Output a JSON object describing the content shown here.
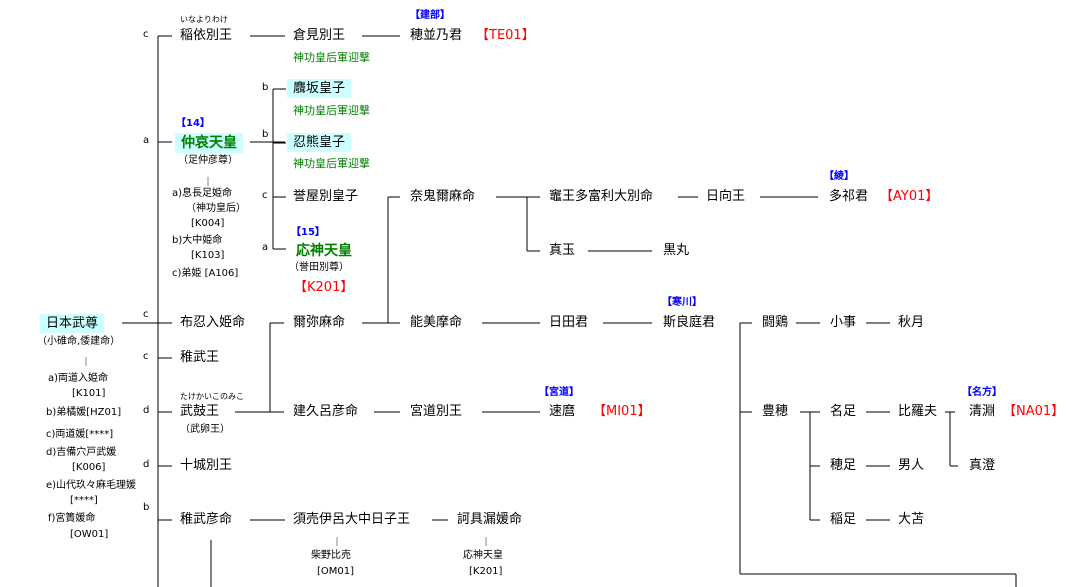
{
  "root": {
    "name": "日本武尊",
    "alias": "（小碓命,倭建命）",
    "wives": [
      "a)両道入姫命",
      "[K101]",
      "b)弟橘媛[HZ01]",
      "c)両道媛[****]",
      "d)吉備穴戸武媛",
      "[K006]",
      "e)山代玖々麻毛理媛",
      "[****]",
      "f)宮簀媛命",
      "[OW01]"
    ]
  },
  "children": {
    "inayori": {
      "label": "c",
      "ruby": "いなよりわけ",
      "name": "稲依別王"
    },
    "chuai": {
      "label": "a",
      "reign": "【14】",
      "name": "仲哀天皇",
      "alias": "（足仲彦尊）",
      "wives": [
        "a)息長足姫命",
        "（神功皇后）",
        "[K004]",
        "b)大中姫命",
        "[K103]",
        "c)弟姫 [A106]"
      ]
    },
    "nunoshi": {
      "label": "c",
      "name": "布忍入姫命"
    },
    "wakatake": {
      "label": "c",
      "name": "稚武王"
    },
    "takekai": {
      "label": "d",
      "ruby": "たけかいこのみこ",
      "name": "武鼓王",
      "alias": "（武卵王）"
    },
    "tooki": {
      "label": "d",
      "name": "十城別王"
    },
    "wakatakehiko": {
      "label": "b",
      "name": "稚武彦命"
    }
  },
  "inayori_line": {
    "kurami": "倉見別王",
    "kurami_note": "神功皇后軍迎撃",
    "honami_tag": "【建部】",
    "honami": "穂並乃君",
    "honami_code": "【TE01】"
  },
  "chuai_children": [
    {
      "label": "b",
      "name": "麛坂皇子",
      "note": "神功皇后軍迎撃"
    },
    {
      "label": "b",
      "name": "忍熊皇子",
      "note": "神功皇后軍迎撃"
    },
    {
      "label": "c",
      "name": "誉屋別皇子"
    },
    {
      "label": "a",
      "reign": "【15】",
      "name": "応神天皇",
      "alias": "（誉田別尊）",
      "code": "【K201】"
    }
  ],
  "line_nakimi": {
    "nakimi": "奈鬼爾麻命",
    "kamado": "竈王多富利大別命",
    "hyuga": "日向王",
    "taki_tag": "【綾】",
    "taki": "多祁君",
    "taki_code": "【AY01】",
    "matama": "真玉",
    "kuromaru": "黒丸"
  },
  "line_nimima": {
    "nimima": "爾弥麻命",
    "nomima": "能美摩命",
    "hita": "日田君",
    "shira_tag": "【寒川】",
    "shira": "斯良庭君",
    "takeku": "建久呂彦命",
    "miyaji": "宮道別王",
    "hayamaro_tag": "【宮道】",
    "hayamaro": "速麿",
    "hayamaro_code": "【MI01】"
  },
  "line_shira": {
    "tokei": "闘鶏",
    "kogoto": "小事",
    "akizuki": "秋月",
    "toyoho": "豊穂",
    "natari": "名足",
    "hirao": "比羅夫",
    "kiyofuchi_tag": "【名方】",
    "kiyofuchi": "清淵",
    "kiyofuchi_code": "【NA01】",
    "masumi": "真澄",
    "hotari": "穂足",
    "otoko": "男人",
    "inetari": "稲足",
    "ooko": "大苫"
  },
  "line_wakatakehiko": {
    "sume": "須売伊呂大中日子王",
    "kagu": "訶具漏媛命",
    "sume_wife": "柴野比売",
    "sume_wife_code": "[OM01]",
    "kagu_spouse": "応神天皇",
    "kagu_spouse_code": "[K201]"
  },
  "colors": {
    "highlight": "#ccffff",
    "emperor": "#008000",
    "tag": "#0000ff",
    "code": "#ff0000",
    "note": "#008000"
  }
}
